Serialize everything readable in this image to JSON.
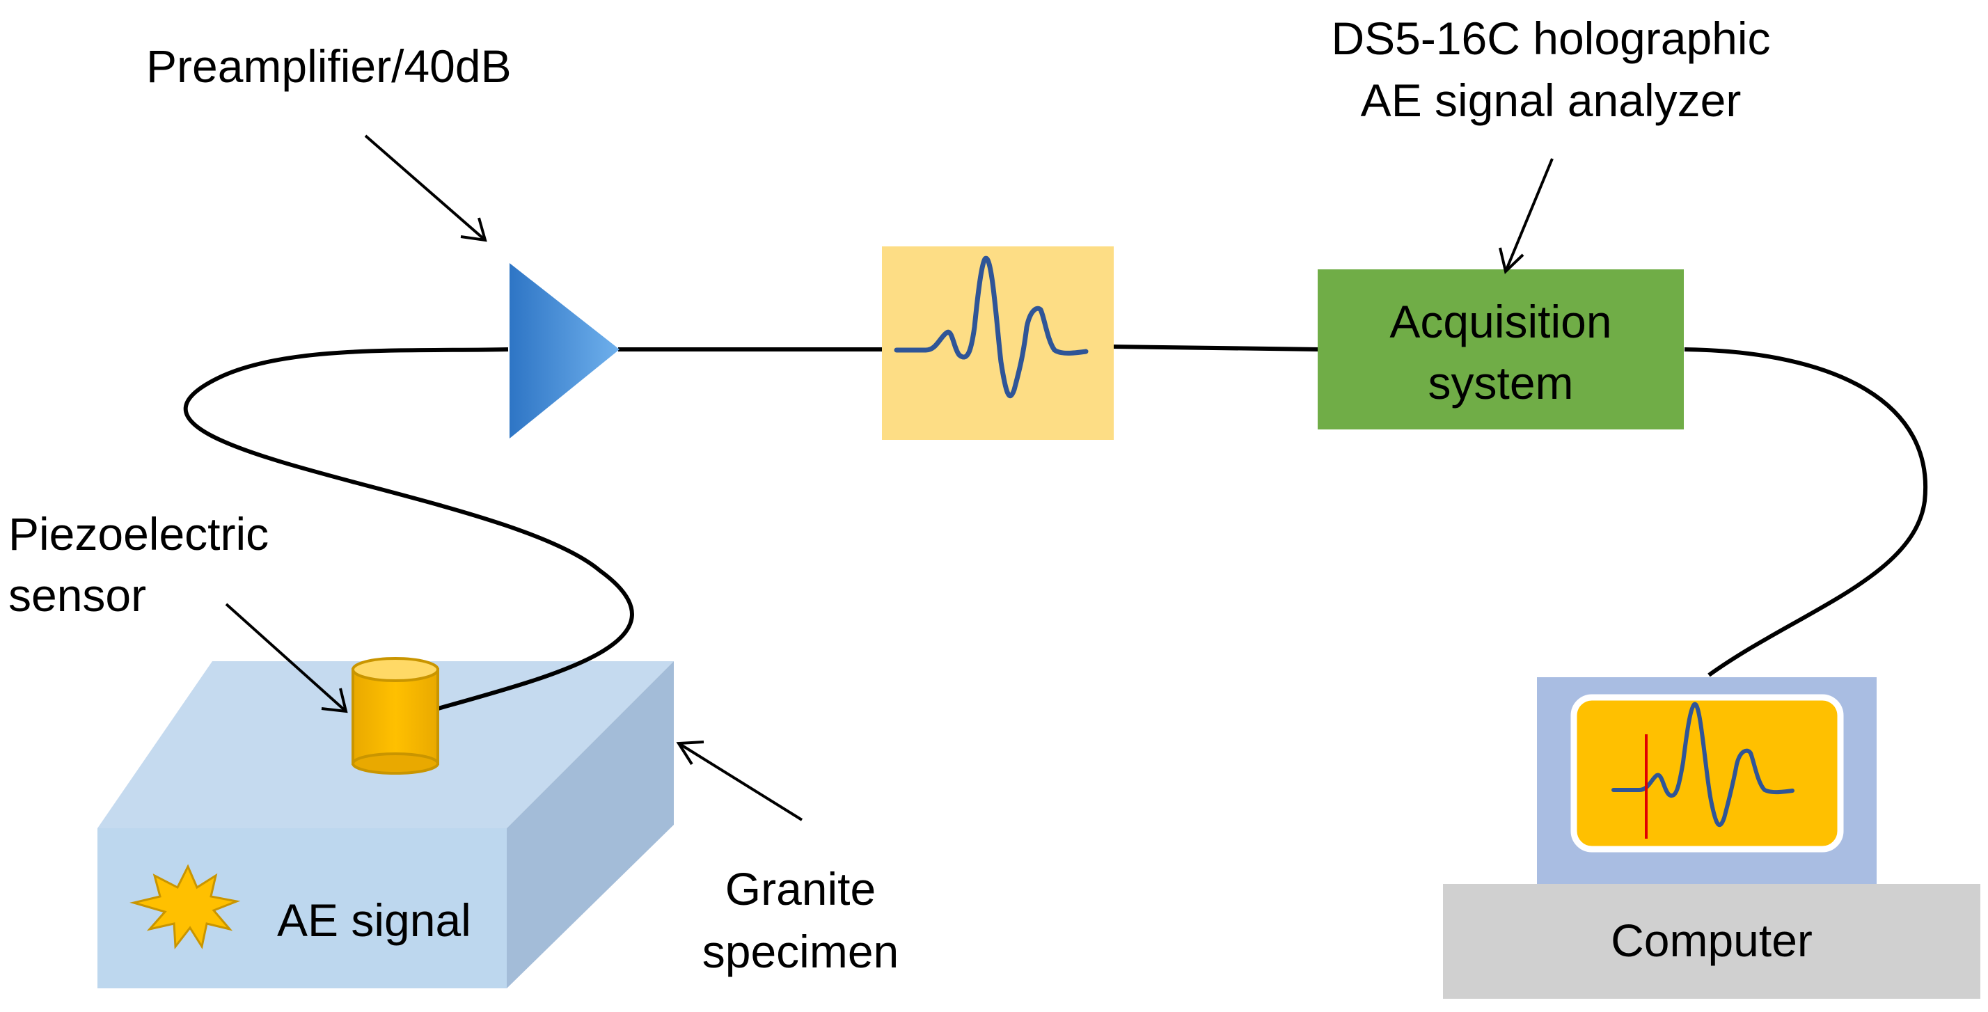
{
  "labels": {
    "preamplifier": "Preamplifier/40dB",
    "analyzer_line1": "DS5-16C holographic",
    "analyzer_line2": "AE signal analyzer",
    "acquisition_line1": "Acquisition",
    "acquisition_line2": "system",
    "sensor_line1": "Piezoelectric",
    "sensor_line2": "sensor",
    "specimen_line1": "Granite",
    "specimen_line2": "specimen",
    "ae_signal": "AE signal",
    "computer": "Computer"
  },
  "colors": {
    "amplifier": "#4a8fd4",
    "signal_box": "#fddd85",
    "waveform": "#2f5597",
    "acquisition_box": "#70ad47",
    "specimen_top": "#c5daef",
    "specimen_side": "#a3bcd8",
    "sensor": "#ffc000",
    "burst": "#ffc000",
    "monitor_frame": "#a9bde2",
    "screen": "#ffc000",
    "computer_base": "#d0d0d0",
    "cursor_line": "#e00000"
  },
  "icons": {
    "amplifier": "triangle-amplifier-icon",
    "sensor": "cylinder-sensor-icon",
    "burst": "starburst-icon",
    "waveform": "waveform-icon"
  }
}
